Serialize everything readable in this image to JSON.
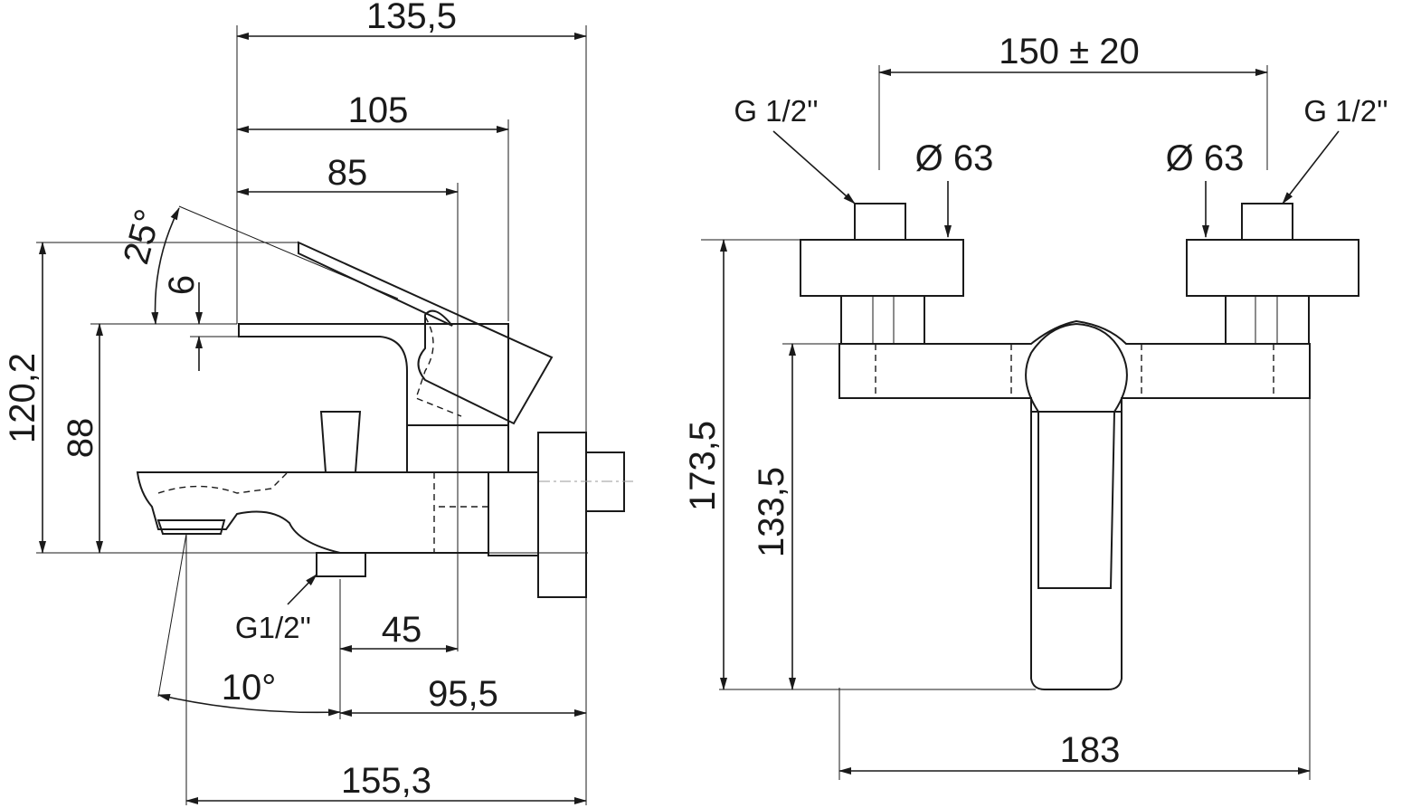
{
  "side_view": {
    "dims": {
      "d135_5": "135,5",
      "d105": "105",
      "d85": "85",
      "d25deg": "25°",
      "d6": "6",
      "d120_2": "120,2",
      "d88": "88",
      "g12_outlet": "G1/2''",
      "d45": "45",
      "d10deg": "10°",
      "d95_5": "95,5",
      "d155_3": "155,3"
    }
  },
  "front_view": {
    "dims": {
      "d150": "150 ± 20",
      "g12_left": "G 1/2''",
      "g12_right": "G 1/2''",
      "dia_left": "Ø 63",
      "dia_right": "Ø 63",
      "d173_5": "173,5",
      "d133_5": "133,5",
      "d183": "183"
    }
  },
  "colors": {
    "line": "#1a1a1a",
    "background": "#ffffff"
  }
}
